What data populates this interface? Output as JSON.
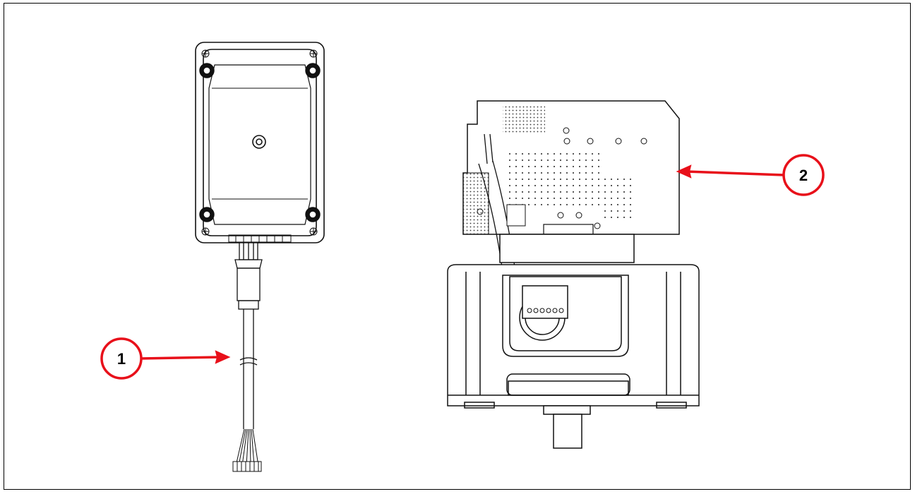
{
  "colors": {
    "callout": "#e8101a",
    "line": "#111111",
    "background": "#ffffff"
  },
  "callouts": [
    {
      "label": "1",
      "target": "cable-assembly"
    },
    {
      "label": "2",
      "target": "circuit-board"
    }
  ],
  "components": {
    "left": "enclosure-with-cable",
    "right": "motor-with-circuit-board"
  }
}
